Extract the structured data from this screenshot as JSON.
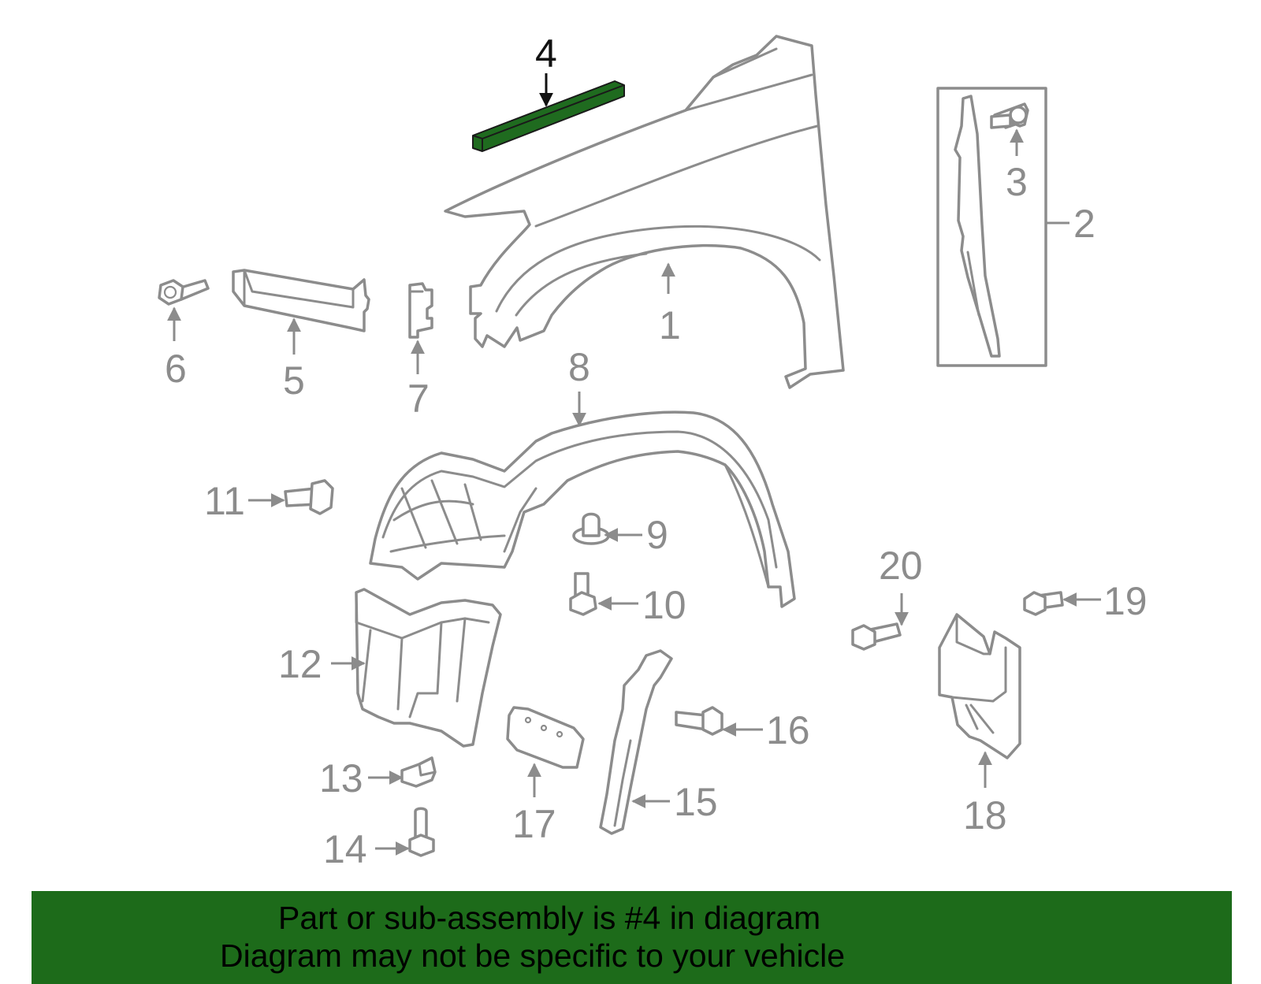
{
  "diagram": {
    "highlight_color": "#1f6b1f",
    "line_color": "#8c8c8c",
    "callouts": {
      "c1": "1",
      "c2": "2",
      "c3": "3",
      "c4": "4",
      "c5": "5",
      "c6": "6",
      "c7": "7",
      "c8": "8",
      "c9": "9",
      "c10": "10",
      "c11": "11",
      "c12": "12",
      "c13": "13",
      "c14": "14",
      "c15": "15",
      "c16": "16",
      "c17": "17",
      "c18": "18",
      "c19": "19",
      "c20": "20"
    }
  },
  "banner": {
    "line1": "Part or sub-assembly is #4 in diagram",
    "line2": "Diagram may not be specific to your vehicle",
    "background": "#1d6b1a"
  }
}
